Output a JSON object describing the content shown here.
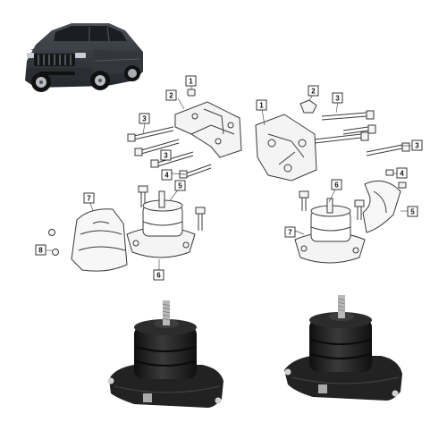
{
  "callouts": [
    "1",
    "2",
    "3",
    "3",
    "4",
    "5",
    "6",
    "7",
    "8",
    "1",
    "2",
    "3",
    "3",
    "4",
    "5",
    "6",
    "7"
  ],
  "colors": {
    "line_art": "#3a3a3a",
    "rubber": "#1c1c1c",
    "bracket_metal": "#2b2b2b",
    "vehicle_body": "#3b3f45",
    "chrome": "#b9bcc0"
  },
  "icons": [
    "vehicle-photo",
    "exploded-diagram-left",
    "exploded-diagram-right",
    "engine-mount-photo-left",
    "engine-mount-photo-right"
  ]
}
